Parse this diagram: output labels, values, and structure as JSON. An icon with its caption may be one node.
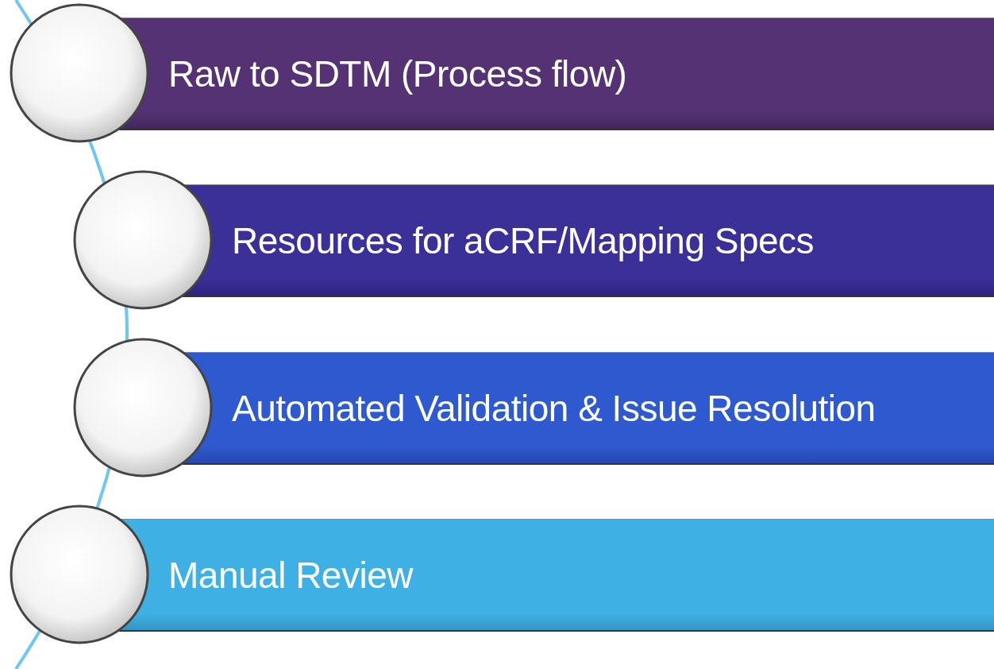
{
  "diagram": {
    "nodes": [
      {
        "text": [],
        "shape": "circle"
      },
      {
        "text": [
          "Raw to SDTM (Process flow)"
        ]
      },
      {
        "text": [],
        "shape": "circle"
      },
      {
        "text": [
          "Resources for aCRF/Mapping Specs"
        ]
      },
      {
        "text": [],
        "shape": "circle"
      },
      {
        "text": [
          "Automated Validation & Issue Resolution"
        ]
      },
      {
        "text": [],
        "shape": "circle"
      },
      {
        "text": [
          "Manual Review"
        ]
      }
    ]
  }
}
